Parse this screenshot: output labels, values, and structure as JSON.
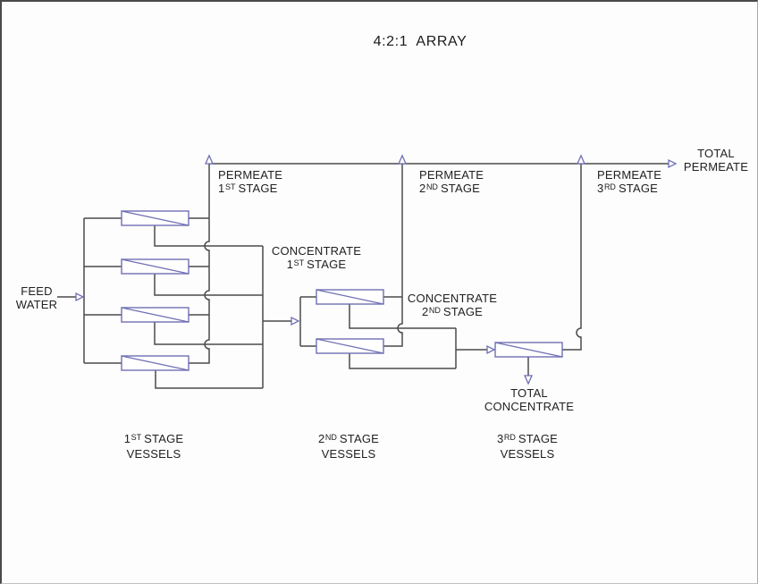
{
  "title": "4:2:1  ARRAY",
  "colors": {
    "pipe": "#4b4b4b",
    "vessel_outline": "#6f6fb4",
    "arrow_outline": "#6f6fb4",
    "text": "#212121",
    "background": "#fdfdfd"
  },
  "structure": {
    "array_ratio": "4:2:1",
    "stage1_vessel_count": 4,
    "stage2_vessel_count": 2,
    "stage3_vessel_count": 1
  },
  "labels": {
    "feed_water": {
      "line1": "FEED",
      "line2": "WATER"
    },
    "total_permeate": {
      "line1": "TOTAL",
      "line2": "PERMEATE"
    },
    "total_concentrate": {
      "line1": "TOTAL",
      "line2": "CONCENTRATE"
    },
    "permeate_stage1": {
      "line1": "PERMEATE",
      "num": "1",
      "ord": "ST",
      "word": "STAGE"
    },
    "permeate_stage2": {
      "line1": "PERMEATE",
      "num": "2",
      "ord": "ND",
      "word": "STAGE"
    },
    "permeate_stage3": {
      "line1": "PERMEATE",
      "num": "3",
      "ord": "RD",
      "word": "STAGE"
    },
    "concentrate_stage1": {
      "line1": "CONCENTRATE",
      "num": "1",
      "ord": "ST",
      "word": "STAGE"
    },
    "concentrate_stage2": {
      "line1": "CONCENTRATE",
      "num": "2",
      "ord": "ND",
      "word": "STAGE"
    },
    "vessels_stage1": {
      "num": "1",
      "ord": "ST",
      "word": "STAGE",
      "line2": "VESSELS"
    },
    "vessels_stage2": {
      "num": "2",
      "ord": "ND",
      "word": "STAGE",
      "line2": "VESSELS"
    },
    "vessels_stage3": {
      "num": "3",
      "ord": "RD",
      "word": "STAGE",
      "line2": "VESSELS"
    }
  }
}
